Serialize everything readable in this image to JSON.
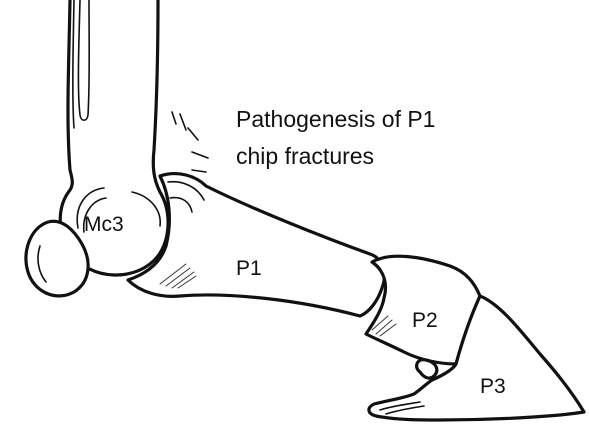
{
  "caption": {
    "line1": "Pathogenesis of  P1",
    "line2": "chip fractures"
  },
  "bones": {
    "mc3": "Mc3",
    "p1": "P1",
    "p2": "P2",
    "p3": "P3"
  }
}
